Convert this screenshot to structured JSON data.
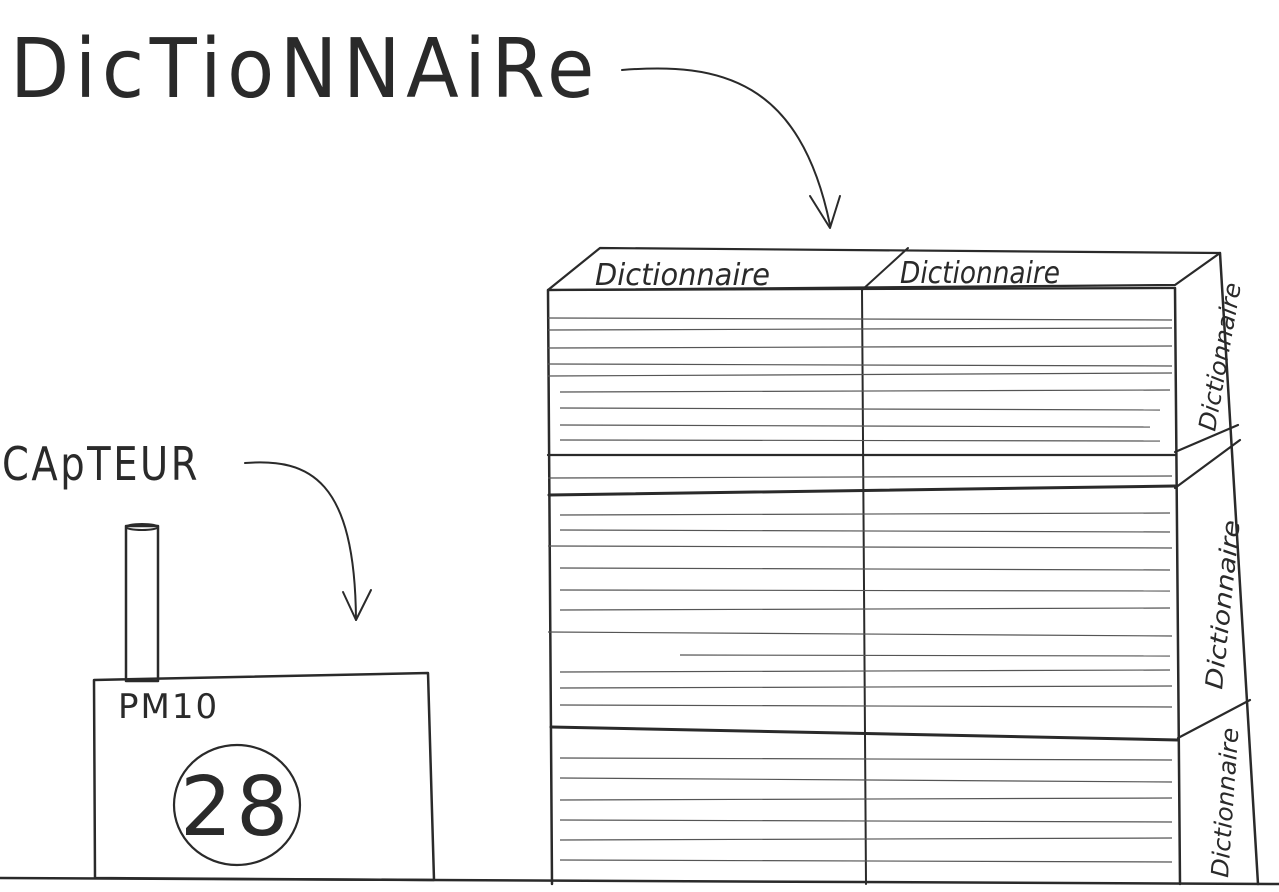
{
  "labels": {
    "title": "DicTioNNAiRe",
    "sensor": "CApTEUR"
  },
  "books": {
    "top_left": "Dictionnaire",
    "top_right": "Dictionnaire",
    "spine_top": "Dictionnaire",
    "spine_middle": "Dictionnaire",
    "spine_bottom": "Dictionnaire"
  },
  "sensor": {
    "model": "PM10",
    "reading": "28"
  },
  "colors": {
    "ink": "#2a2a2a",
    "paper": "#ffffff"
  }
}
